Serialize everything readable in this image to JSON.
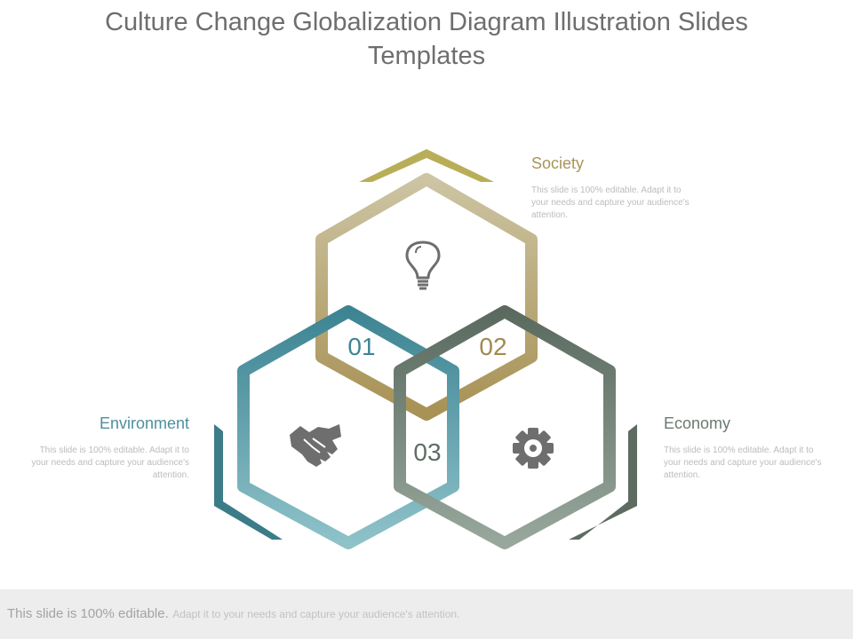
{
  "title": {
    "line1": "Culture Change Globalization Diagram Illustration Slides",
    "line2": "Templates"
  },
  "sections": {
    "society": {
      "label": "Society",
      "description": "This slide is 100% editable. Adapt it to your needs and capture your audience's attention.",
      "number": "02",
      "icon": "lightbulb-icon",
      "color": "#a89558"
    },
    "environment": {
      "label": "Environment",
      "description": "This slide is 100% editable. Adapt it to your needs and capture your audience's attention.",
      "number": "01",
      "icon": "handshake-icon",
      "color": "#4f8f9c"
    },
    "economy": {
      "label": "Economy",
      "description": "This slide is 100% editable. Adapt it to your needs and capture your audience's attention.",
      "number": "03",
      "icon": "gear-icon",
      "color": "#6b7a70"
    }
  },
  "footer": {
    "main": "This slide is 100% editable.",
    "sub": "Adapt it to your needs and capture your audience's attention."
  }
}
